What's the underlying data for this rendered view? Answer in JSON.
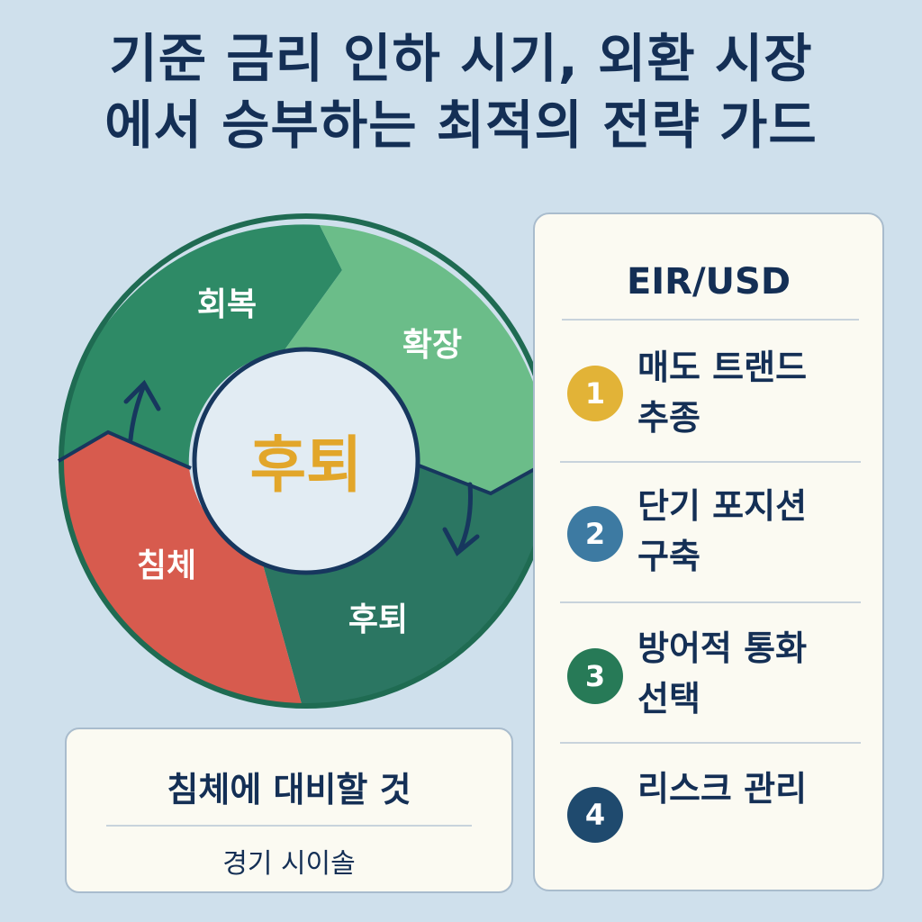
{
  "title": {
    "line1": "기준 금리 인하 시기, 외환 시장",
    "line2": "에서 승부하는 최적의 전략 가드"
  },
  "cycle": {
    "center_label": "후퇴",
    "segments": [
      {
        "label": "회복",
        "color": "#2e8a66"
      },
      {
        "label": "확장",
        "color": "#6bbd89"
      },
      {
        "label": "후퇴",
        "color": "#2b7662"
      },
      {
        "label": "침체",
        "color": "#d75b4e"
      }
    ],
    "arrow_color": "#17375e",
    "center_color": "#e2a62a"
  },
  "strategy_panel": {
    "header": "EIR/USD",
    "items": [
      {
        "number": "1",
        "text_line1": "매도 트랜드",
        "text_line2": "추종",
        "color": "#e2b337"
      },
      {
        "number": "2",
        "text_line1": "단기 포지션",
        "text_line2": "구축",
        "color": "#3d7aa2"
      },
      {
        "number": "3",
        "text_line1": "방어적 통화",
        "text_line2": "선택",
        "color": "#277a57"
      },
      {
        "number": "4",
        "text_line1": "리스크 관리",
        "text_line2": "",
        "color": "#1f4a6e"
      }
    ]
  },
  "note": {
    "title": "침체에 대비할 것",
    "subtitle": "경기 시이솔"
  }
}
